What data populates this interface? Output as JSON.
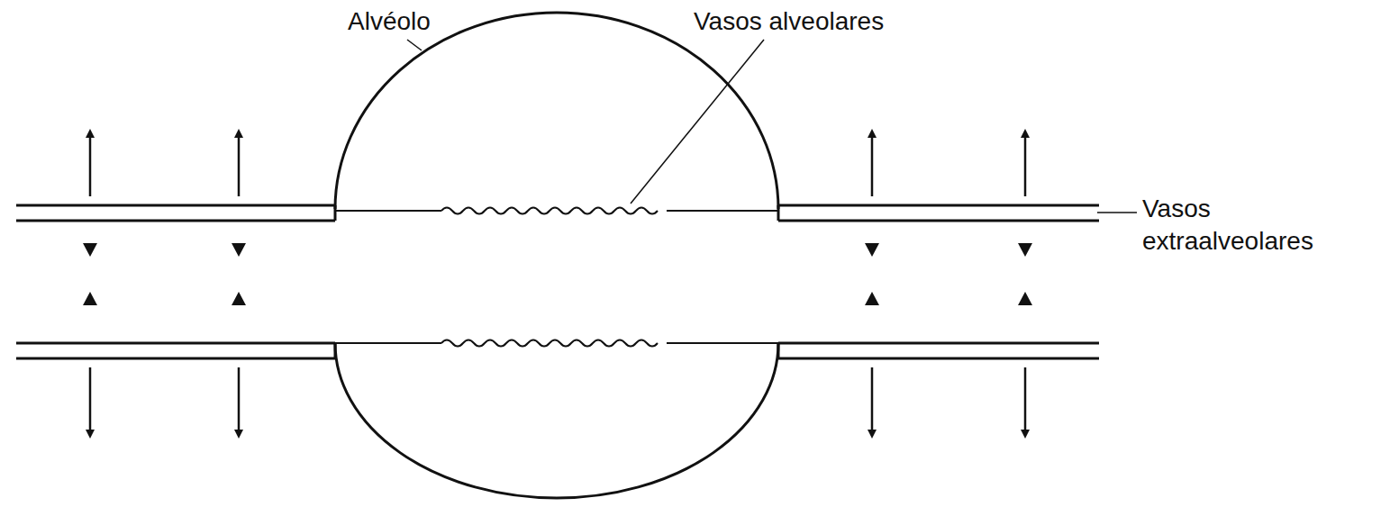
{
  "diagram": {
    "labels": [
      "Alvéolo",
      "Vasos alveolares",
      "Vasos extraalveolares"
    ]
  }
}
